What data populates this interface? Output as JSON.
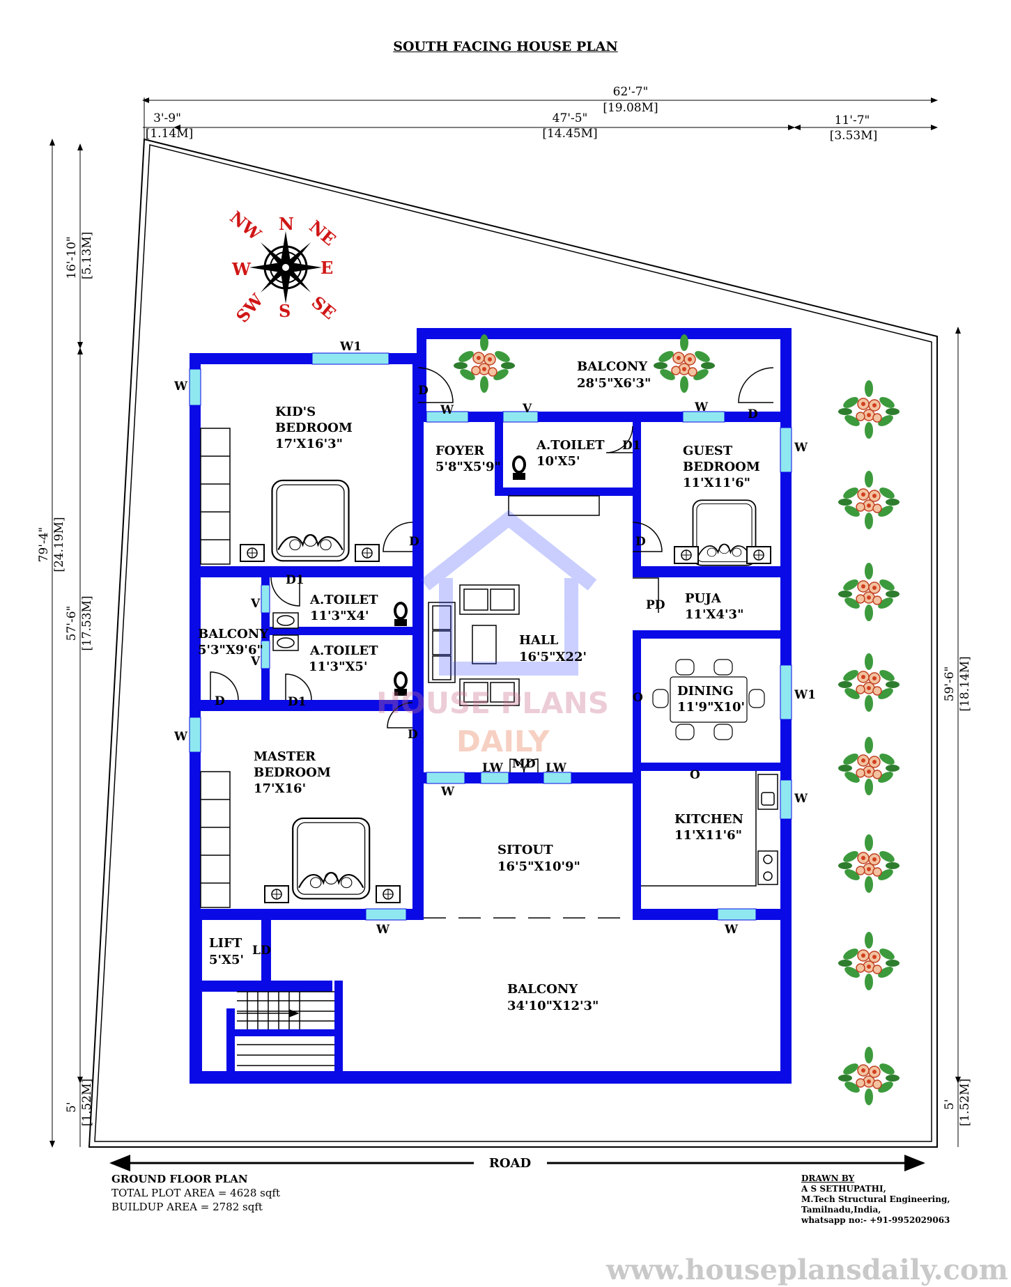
{
  "title": "SOUTH FACING HOUSE PLAN",
  "dimensions": {
    "top_total": {
      "ft": "62'-7\"",
      "m": "[19.08M]"
    },
    "top_left": {
      "ft": "3'-9\"",
      "m": "[1.14M]"
    },
    "top_mid": {
      "ft": "47'-5\"",
      "m": "[14.45M]"
    },
    "top_right": {
      "ft": "11'-7\"",
      "m": "[3.53M]"
    },
    "left_total": {
      "ft": "79'-4\"",
      "m": "[24.19M]"
    },
    "left_upper": {
      "ft": "16'-10\"",
      "m": "[5.13M]"
    },
    "left_mid": {
      "ft": "57'-6\"",
      "m": "[17.53M]"
    },
    "left_low": {
      "ft": "5'",
      "m": "[1.52M]"
    },
    "right_mid": {
      "ft": "59'-6\"",
      "m": "[18.14M]"
    },
    "right_low": {
      "ft": "5'",
      "m": "[1.52M]"
    }
  },
  "compass": {
    "n": "N",
    "s": "S",
    "e": "E",
    "w": "W",
    "ne": "NE",
    "nw": "NW",
    "se": "SE",
    "sw": "SW"
  },
  "rooms": {
    "balcony_top": {
      "name": "BALCONY",
      "size": "28'5\"X6'3\""
    },
    "kids_bedroom": {
      "name1": "KID'S",
      "name2": "BEDROOM",
      "size": "17'X16'3\""
    },
    "foyer": {
      "name": "FOYER",
      "size": "5'8\"X5'9\""
    },
    "toilet_top": {
      "name": "A.TOILET",
      "size": "10'X5'"
    },
    "guest_bedroom": {
      "name1": "GUEST",
      "name2": "BEDROOM",
      "size": "11'X11'6\""
    },
    "toilet_1": {
      "name": "A.TOILET",
      "size": "11'3\"X4'"
    },
    "toilet_2": {
      "name": "A.TOILET",
      "size": "11'3\"X5'"
    },
    "balcony_left": {
      "name": "BALCONY",
      "size": "5'3\"X9'6\""
    },
    "puja": {
      "name": "PUJA",
      "size": "11'X4'3\""
    },
    "hall": {
      "name": "HALL",
      "size": "16'5\"X22'"
    },
    "dining": {
      "name": "DINING",
      "size": "11'9\"X10'"
    },
    "master_bedroom": {
      "name1": "MASTER",
      "name2": "BEDROOM",
      "size": "17'X16'"
    },
    "kitchen": {
      "name": "KITCHEN",
      "size": "11'X11'6\""
    },
    "sitout": {
      "name": "SITOUT",
      "size": "16'5\"X10'9\""
    },
    "lift": {
      "name": "LIFT",
      "size": "5'X5'"
    },
    "balcony_bottom": {
      "name": "BALCONY",
      "size": "34'10\"X12'3\""
    }
  },
  "openings": {
    "w1": "W1",
    "w": "W",
    "d": "D",
    "d1": "D1",
    "v": "V",
    "o": "O",
    "pd": "PD",
    "md": "MD",
    "lw": "LW",
    "ld": "LD"
  },
  "road": "ROAD",
  "footer": {
    "heading": "GROUND FLOOR PLAN",
    "plot_area": "TOTAL PLOT AREA = 4628 sqft",
    "buildup_area": "BUILDUP AREA = 2782 sqft"
  },
  "credit": {
    "heading": "DRAWN BY",
    "line1": "A S SETHUPATHI,",
    "line2": "M.Tech Structural Engineering,",
    "line3": "Tamilnadu,India,",
    "line4": "whatsapp no:- +91-9952029063"
  },
  "watermark": {
    "line1": "HOUSE PLANS",
    "line2": "DAILY"
  },
  "website": "www.houseplansdaily.com",
  "colors": {
    "wall": "#0a0ae6",
    "window": "#8fe8f0",
    "compass_text": "#d01515",
    "plant_leaf": "#2e8b2e",
    "plant_flower": "#e06040"
  }
}
